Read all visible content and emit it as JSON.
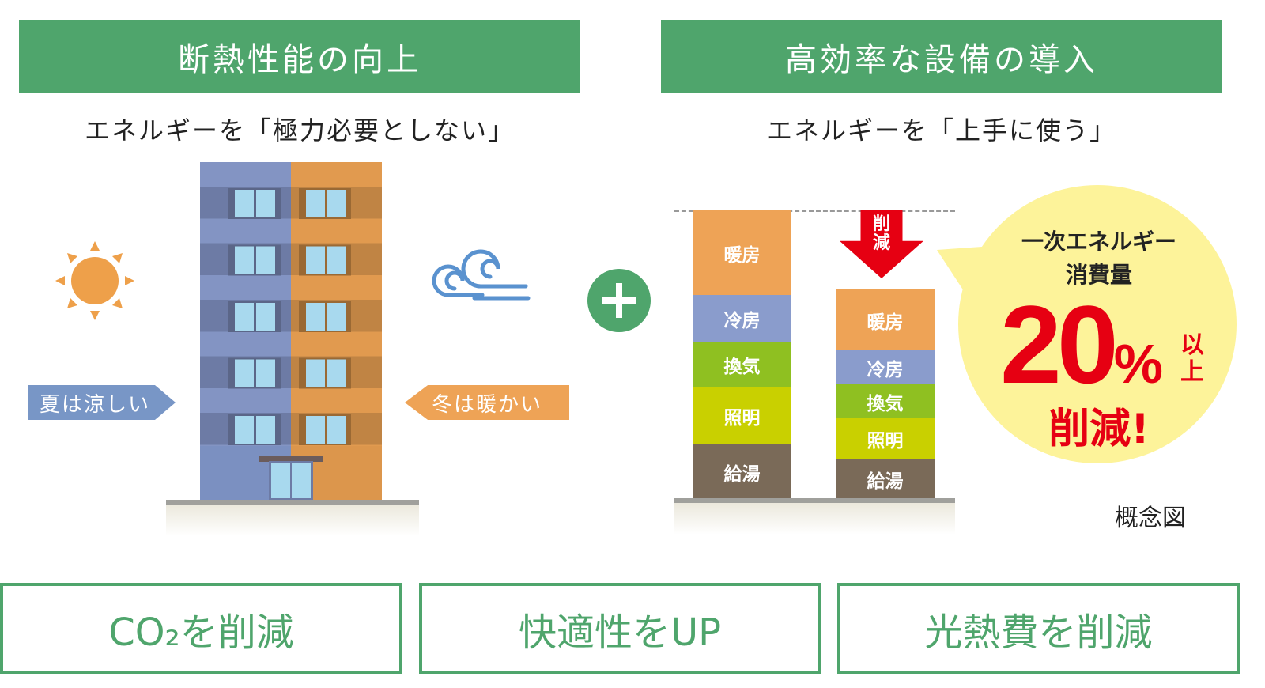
{
  "left": {
    "title": "断熱性能の向上",
    "subtitle": "エネルギーを「極力必要としない」",
    "summer_label": "夏は涼しい",
    "winter_label": "冬は暖かい"
  },
  "right": {
    "title": "高効率な設備の導入",
    "subtitle": "エネルギーを「上手に使う」",
    "reduction_arrow": "削減",
    "bar_before": [
      "暖房",
      "冷房",
      "換気",
      "照明",
      "給湯"
    ],
    "bar_after": [
      "暖房",
      "冷房",
      "換気",
      "照明",
      "給湯"
    ],
    "bubble": {
      "line1": "一次エネルギー",
      "line2": "消費量",
      "value": "20",
      "unit": "%",
      "suffix": "以上",
      "action": "削減!"
    },
    "note": "概念図"
  },
  "colors": {
    "green": "#4fa56c",
    "heating": "#eea356",
    "cooling": "#8a9ccc",
    "ventilation": "#8fc021",
    "lighting": "#c9d000",
    "hotwater": "#7a6a58",
    "red": "#e60012",
    "bubble": "#fdf39a"
  },
  "outcomes": [
    "CO₂を削減",
    "快適性をUP",
    "光熱費を削減"
  ]
}
